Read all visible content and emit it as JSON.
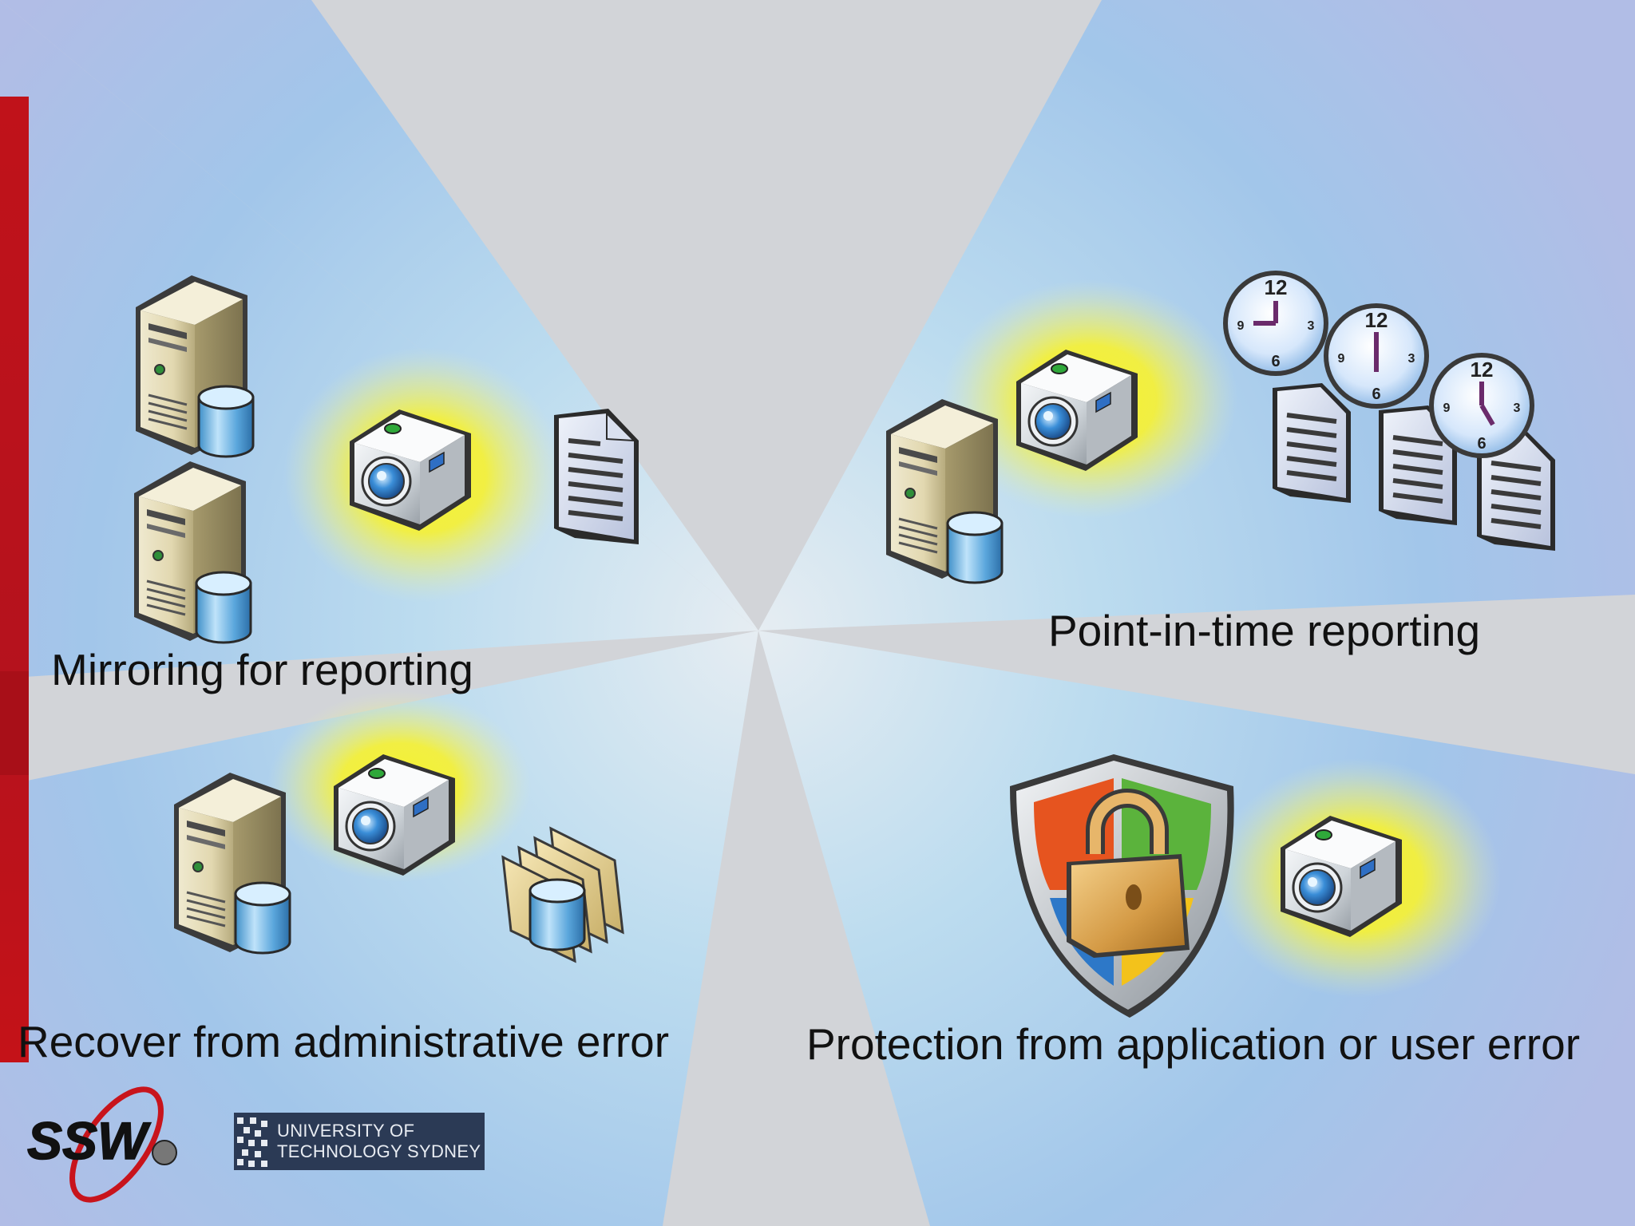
{
  "slide": {
    "captions": {
      "mirroring": "Mirroring for reporting",
      "point_in_time": "Point-in-time reporting",
      "recover": "Recover from administrative error",
      "protection": "Protection from application or user error"
    },
    "logos": {
      "ssw": "SSW",
      "uts_line1": "UNIVERSITY OF",
      "uts_line2": "TECHNOLOGY SYDNEY"
    },
    "clock_numerals": [
      "12",
      "3",
      "6",
      "9"
    ],
    "colors": {
      "background": "#d2d4d8",
      "beam": "#8fc4ea",
      "glow": "#f3f03a",
      "accent_red": "#c0121a",
      "uts_panel": "#2b3a55"
    }
  }
}
